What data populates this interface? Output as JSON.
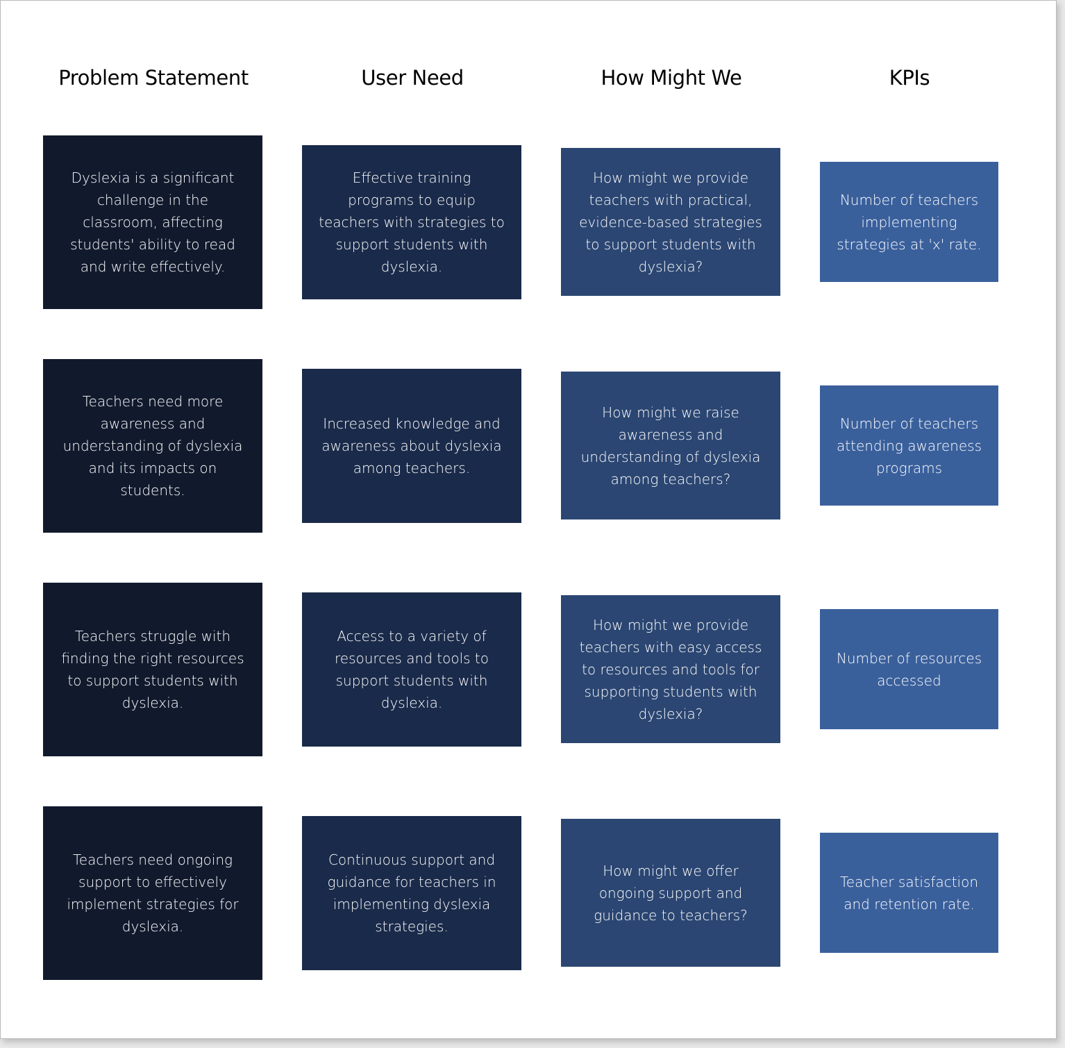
{
  "columns": [
    {
      "title": "Problem Statement"
    },
    {
      "title": "User Need"
    },
    {
      "title": "How Might We"
    },
    {
      "title": "KPIs"
    }
  ],
  "colors": {
    "problem_card": "#111a2d",
    "need_card": "#1a2a4a",
    "hmw_card": "#2b4672",
    "kpi_card": "#3a609c"
  },
  "rows": [
    {
      "problem": "Dyslexia is a significant challenge in the classroom, affecting students' ability to read and write effectively.",
      "need": "Effective training programs to equip teachers with strategies to support students with dyslexia.",
      "hmw": "How might we provide teachers with practical, evidence-based strategies to support students with dyslexia?",
      "kpi": "Number of teachers implementing strategies at 'x' rate."
    },
    {
      "problem": "Teachers need more awareness and understanding of dyslexia and its impacts on students.",
      "need": "Increased knowledge and awareness about dyslexia among teachers.",
      "hmw": "How might we raise awareness and understanding of dyslexia among teachers?",
      "kpi": "Number of teachers attending awareness programs"
    },
    {
      "problem": "Teachers struggle with finding the right resources to support students with dyslexia.",
      "need": "Access to a variety of resources and tools to support students with dyslexia.",
      "hmw": "How might we provide teachers with easy access to resources and tools for supporting students with dyslexia?",
      "kpi": "Number of resources accessed"
    },
    {
      "problem": "Teachers need ongoing support to effectively implement strategies for dyslexia.",
      "need": "Continuous support and guidance for teachers in implementing dyslexia strategies.",
      "hmw": "How might we offer ongoing support and guidance to teachers?",
      "kpi": "Teacher satisfaction and retention rate."
    }
  ]
}
